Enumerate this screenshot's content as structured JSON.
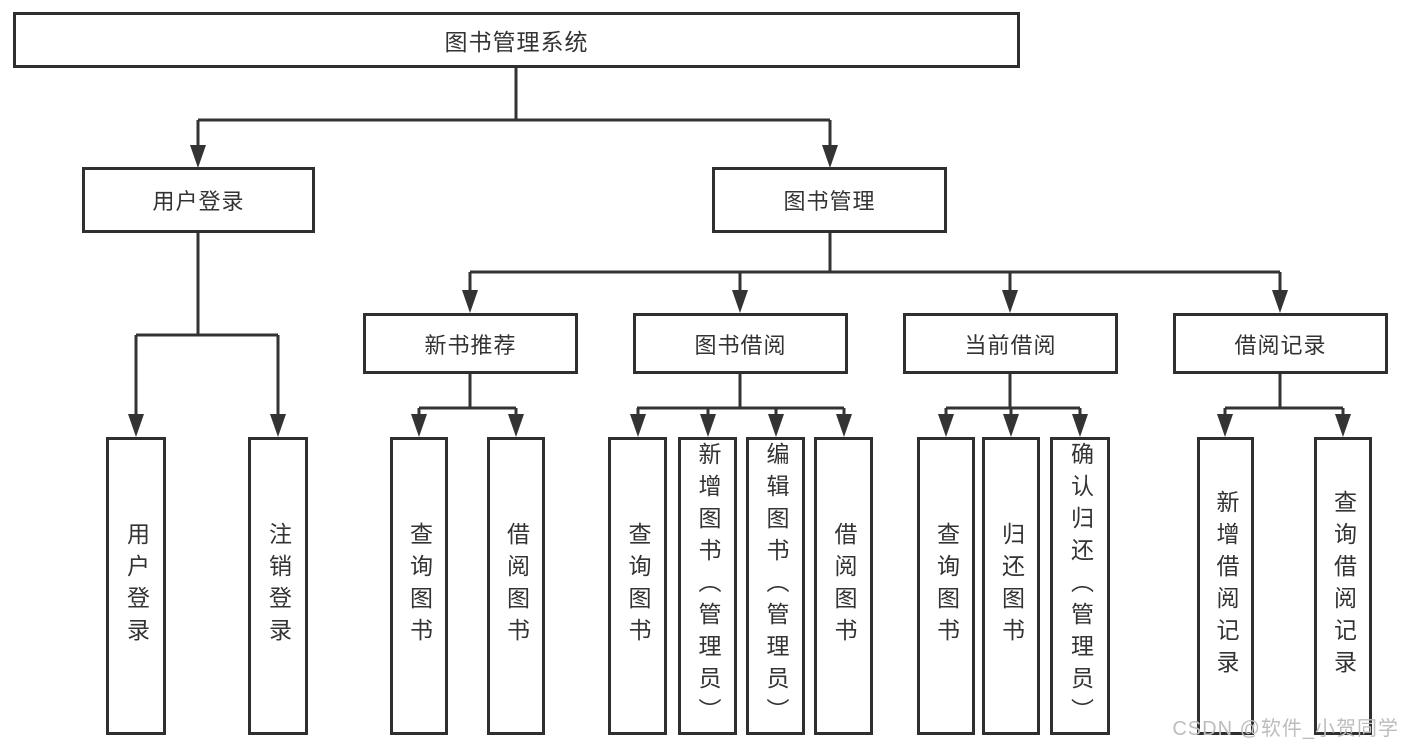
{
  "diagram": {
    "root": {
      "label": "图书管理系统"
    },
    "branches": {
      "user": {
        "label": "用户登录",
        "children": [
          {
            "label": "用户登录"
          },
          {
            "label": "注销登录"
          }
        ]
      },
      "books": {
        "label": "图书管理",
        "children": [
          {
            "label": "新书推荐",
            "children": [
              {
                "label": "查询图书"
              },
              {
                "label": "借阅图书"
              }
            ]
          },
          {
            "label": "图书借阅",
            "children": [
              {
                "label": "查询图书"
              },
              {
                "label": "新增图书（管理员）"
              },
              {
                "label": "编辑图书（管理员）"
              },
              {
                "label": "借阅图书"
              }
            ]
          },
          {
            "label": "当前借阅",
            "children": [
              {
                "label": "查询图书"
              },
              {
                "label": "归还图书"
              },
              {
                "label": "确认归还（管理员）"
              }
            ]
          },
          {
            "label": "借阅记录",
            "children": [
              {
                "label": "新增借阅记录"
              },
              {
                "label": "查询借阅记录"
              }
            ]
          }
        ]
      }
    }
  },
  "watermark": {
    "text": "CSDN @软件_小贺同学"
  },
  "colors": {
    "line": "#333333",
    "border": "#2f2f2f",
    "text": "#333333",
    "watermark": "#bdbdbd",
    "background": "#ffffff"
  }
}
